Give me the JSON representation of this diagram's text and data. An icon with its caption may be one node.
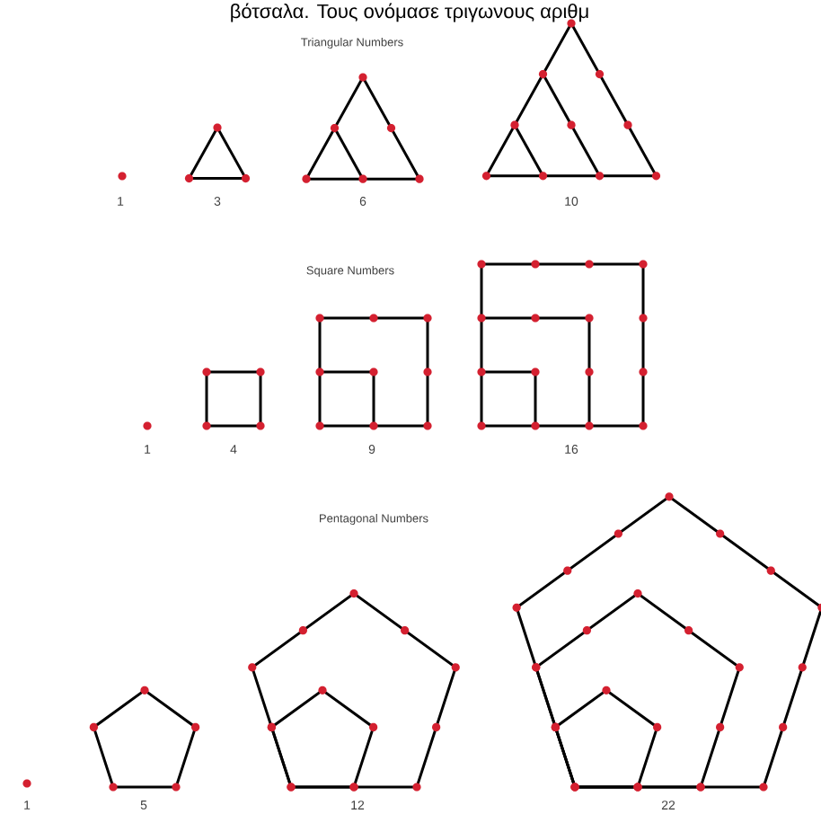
{
  "diagram": {
    "labels": [
      "βότσαλα. Τους ονόμασε τριγωνους αριθμ",
      "Triangular Numbers",
      "1",
      "3",
      "6",
      "10",
      "Square Numbers",
      "1",
      "4",
      "9",
      "16",
      "Pentagonal Numbers",
      "1",
      "5",
      "12",
      "22"
    ]
  }
}
